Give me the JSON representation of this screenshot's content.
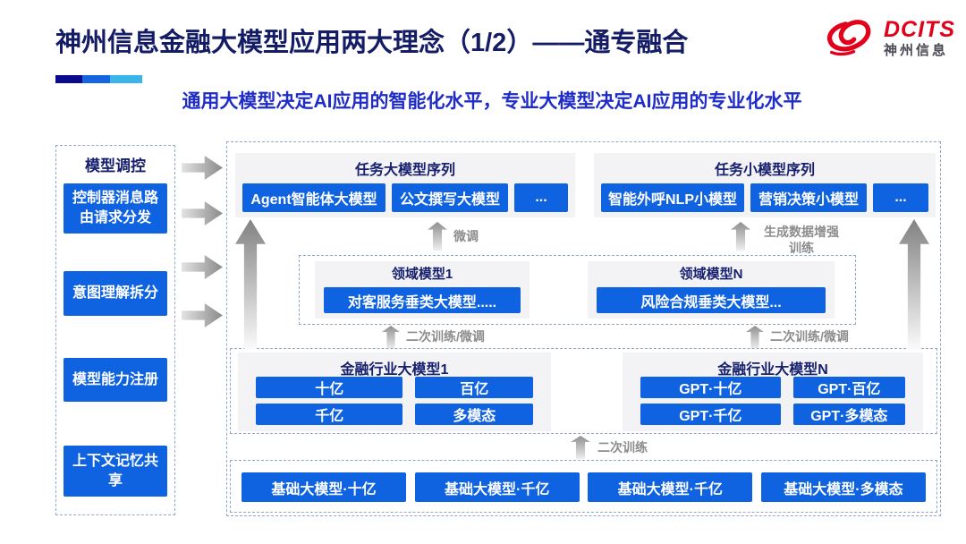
{
  "header": {
    "title": "神州信息金融大模型应用两大理念（1/2）——通专融合",
    "subtitle": "通用大模型决定AI应用的智能化水平，专业大模型决定AI应用的专业化水平",
    "logo": {
      "brand": "DCITS",
      "brand_cn": "神州信息"
    },
    "accent_bar_colors": [
      "#0a0a8c",
      "#1565e0",
      "#3ab5e8"
    ]
  },
  "colors": {
    "chip_blue": "#0f62e0",
    "heading_navy": "#17206e",
    "subtitle_blue": "#1f2cc8",
    "dashed_border": "#93a5c9",
    "label_gray": "#8c8c8c",
    "logo_red": "#e2001a"
  },
  "sidebar": {
    "title": "模型调控",
    "items": [
      {
        "label": "控制器消息路由请求分发"
      },
      {
        "label": "意图理解拆分"
      },
      {
        "label": "模型能力注册"
      },
      {
        "label": "上下文记忆共享"
      }
    ]
  },
  "main": {
    "task_large": {
      "title": "任务大模型序列",
      "items": [
        "Agent智能体大模型",
        "公文撰写大模型",
        "..."
      ]
    },
    "task_small": {
      "title": "任务小模型序列",
      "items": [
        "智能外呼NLP小模型",
        "营销决策小模型",
        "..."
      ]
    },
    "flow_labels": {
      "fine_tune": "微调",
      "gen_data_train": "生成数据增强训练",
      "secondary_left": "二次训练/微调",
      "secondary_right": "二次训练/微调",
      "secondary_train": "二次训练"
    },
    "domain": [
      {
        "title": "领域模型1",
        "item": "对客服务垂类大模型....."
      },
      {
        "title": "领域模型N",
        "item": "风险合规垂类大模型..."
      }
    ],
    "industry": [
      {
        "title": "金融行业大模型1",
        "items": [
          "十亿",
          "百亿",
          "千亿",
          "多模态"
        ]
      },
      {
        "title": "金融行业大模型N",
        "items": [
          "GPT·十亿",
          "GPT·百亿",
          "GPT·千亿",
          "GPT·多模态"
        ]
      }
    ],
    "foundation": [
      "基础大模型·十亿",
      "基础大模型·千亿",
      "基础大模型·千亿",
      "基础大模型·多模态"
    ]
  }
}
